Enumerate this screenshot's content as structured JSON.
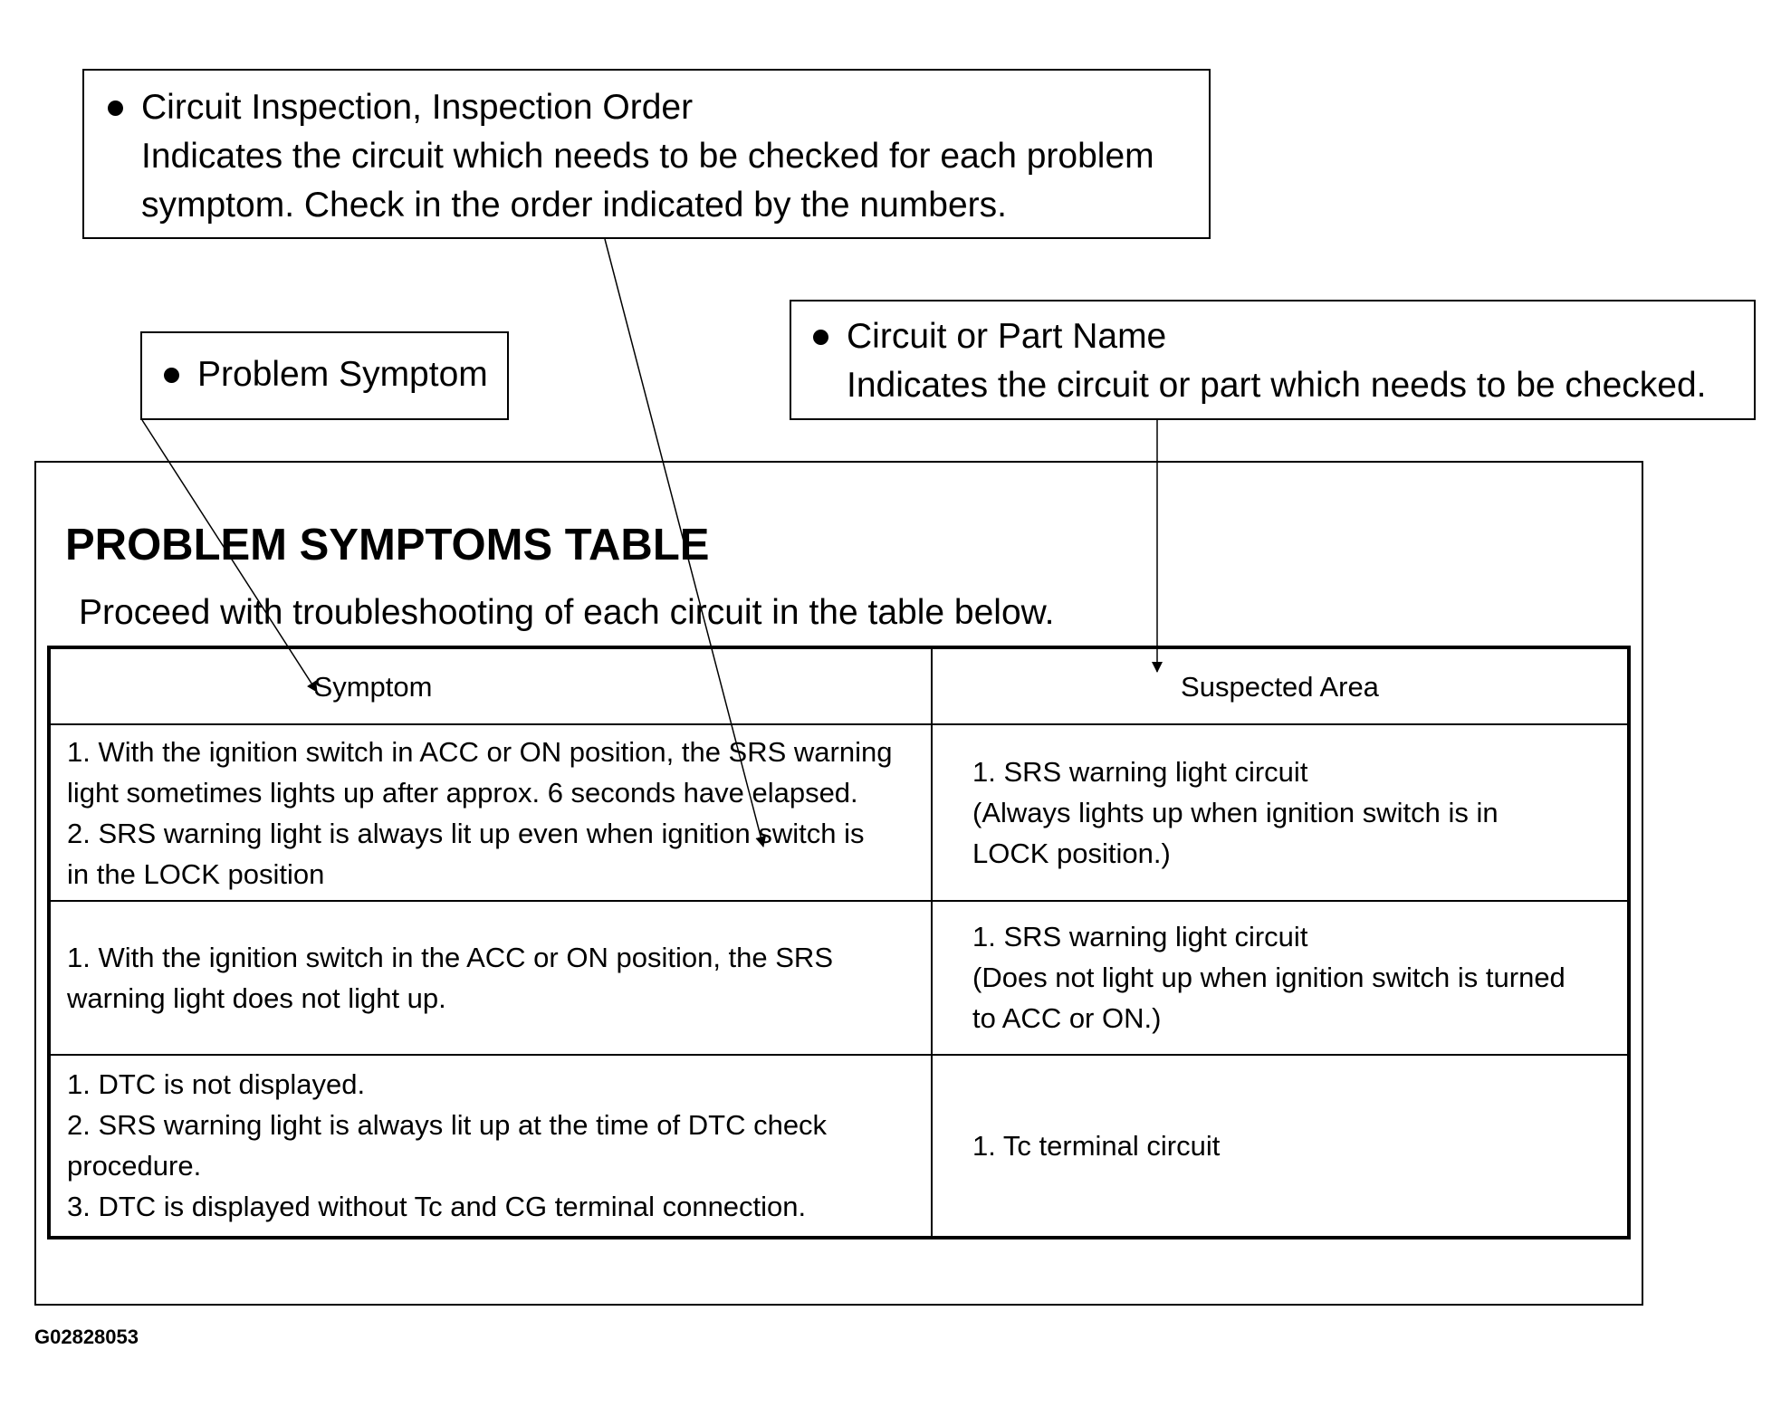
{
  "callouts": {
    "inspection": {
      "title": "Circuit Inspection, Inspection Order",
      "description": "Indicates the circuit which needs to be checked for each problem\nsymptom. Check in the order indicated by the numbers."
    },
    "symptom": {
      "title": "Problem Symptom"
    },
    "part": {
      "title": "Circuit or Part Name",
      "description": "Indicates the circuit or part which needs to be checked."
    }
  },
  "panel": {
    "title": "PROBLEM SYMPTOMS TABLE",
    "intro": "Proceed with troubleshooting of each circuit in the table below."
  },
  "table": {
    "headers": {
      "symptom": "Symptom",
      "area": "Suspected Area"
    },
    "rows": [
      {
        "symptom": "1. With the ignition switch in  ACC or ON position, the SRS warning\n   light sometimes lights up after approx. 6 seconds have elapsed.\n2. SRS warning light is always lit up even when ignition switch is\n   in the LOCK position",
        "area": "1. SRS warning light circuit\n   (Always lights up when ignition switch is in\n   LOCK position.)"
      },
      {
        "symptom": "1. With the ignition switch in the ACC or ON position, the SRS\n   warning light does not light up.",
        "area": "1. SRS warning light circuit\n     (Does not light up when ignition switch is turned\n   to ACC or ON.)"
      },
      {
        "symptom": "1. DTC is not displayed.\n2. SRS warning light is always lit up at the time of DTC check\n    procedure.\n3. DTC is displayed without Tc and CG terminal connection.",
        "area": "1. Tc terminal circuit"
      }
    ]
  },
  "figure_id": "G02828053"
}
